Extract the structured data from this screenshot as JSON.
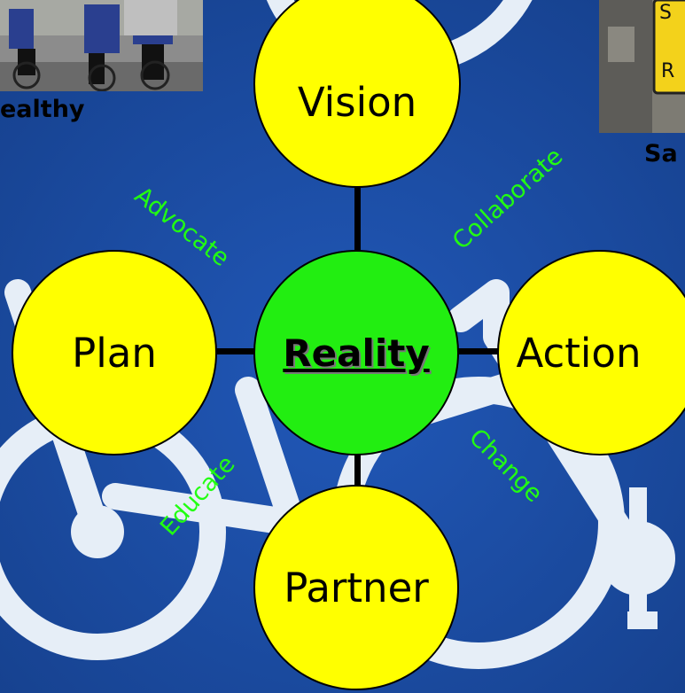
{
  "background": {
    "sign_color": "#1c4ea6",
    "bicycle_color": "#e6eef7",
    "icon": "bicycle-sign-icon"
  },
  "photos": {
    "left": {
      "caption": "ealthy",
      "description": "cyclists-photo"
    },
    "right": {
      "caption": "Sa",
      "sign_letters": [
        "S",
        "R"
      ],
      "description": "road-sign-photo"
    }
  },
  "diagram": {
    "center": {
      "label": "Reality",
      "color": "#22ee11"
    },
    "nodes": {
      "top": "Vision",
      "left": "Plan",
      "right": "Action",
      "bottom": "Partner"
    },
    "node_color": "#ffff00",
    "verbs": {
      "top_left": "Advocate",
      "top_right": "Collaborate",
      "bottom_left": "Educate",
      "bottom_right": "Change"
    },
    "verb_color": "#22ff11"
  }
}
